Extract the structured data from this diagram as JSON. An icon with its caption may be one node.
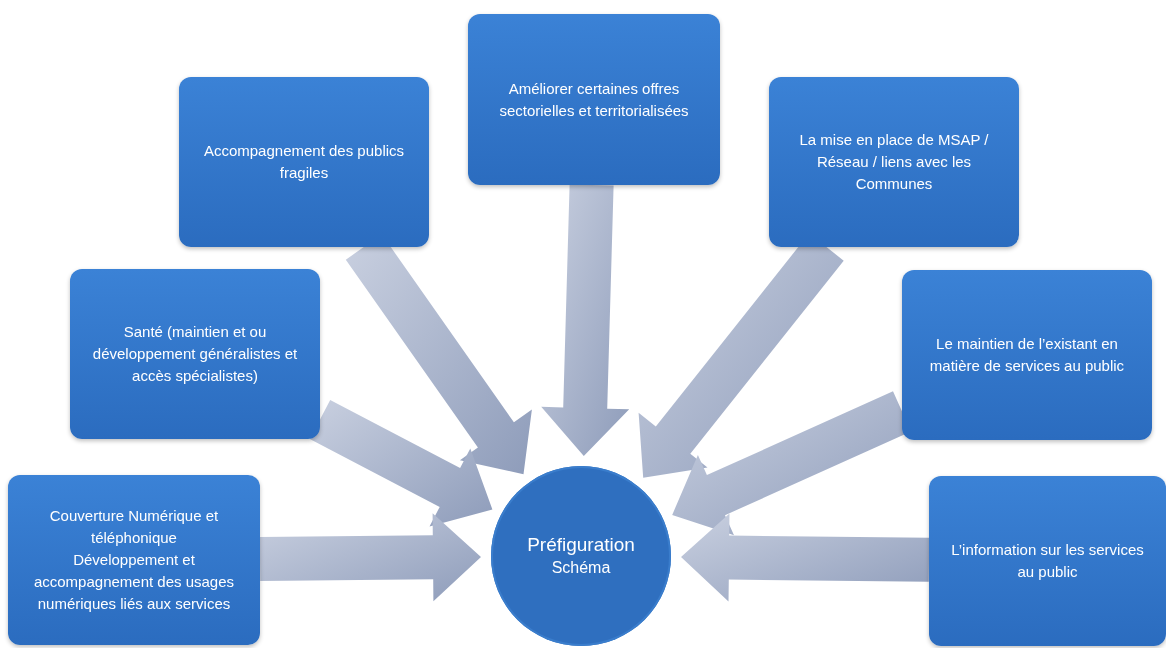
{
  "diagram": {
    "nodes": [
      {
        "text": [
          "Améliorer certaines offres sectorielles et territorialisées"
        ]
      },
      {
        "text": [
          "Accompagnement des publics fragiles"
        ]
      },
      {
        "text": [
          "La mise en place de MSAP / Réseau / liens avec les Communes"
        ]
      },
      {
        "text": [
          "Santé (maintien et ou développement généralistes et accès spécialistes)"
        ]
      },
      {
        "text": [
          "Le maintien de l’existant en matière de services au public"
        ]
      },
      {
        "text": [
          "Couverture Numérique et téléphonique",
          "Développement et accompagnement des usages numériques liés aux services"
        ]
      },
      {
        "text": [
          "L’information sur les services au public"
        ]
      },
      {
        "text": [
          "Préfiguration",
          "Schéma"
        ]
      }
    ],
    "edges": [
      {
        "from": 0,
        "to": 7,
        "arrow": "to",
        "style": "thick"
      },
      {
        "from": 1,
        "to": 7,
        "arrow": "to",
        "style": "thick"
      },
      {
        "from": 2,
        "to": 7,
        "arrow": "to",
        "style": "thick"
      },
      {
        "from": 3,
        "to": 7,
        "arrow": "to",
        "style": "thick"
      },
      {
        "from": 4,
        "to": 7,
        "arrow": "to",
        "style": "thick"
      },
      {
        "from": 5,
        "to": 7,
        "arrow": "to",
        "style": "thick"
      },
      {
        "from": 6,
        "to": 7,
        "arrow": "to",
        "style": "thick"
      }
    ]
  }
}
